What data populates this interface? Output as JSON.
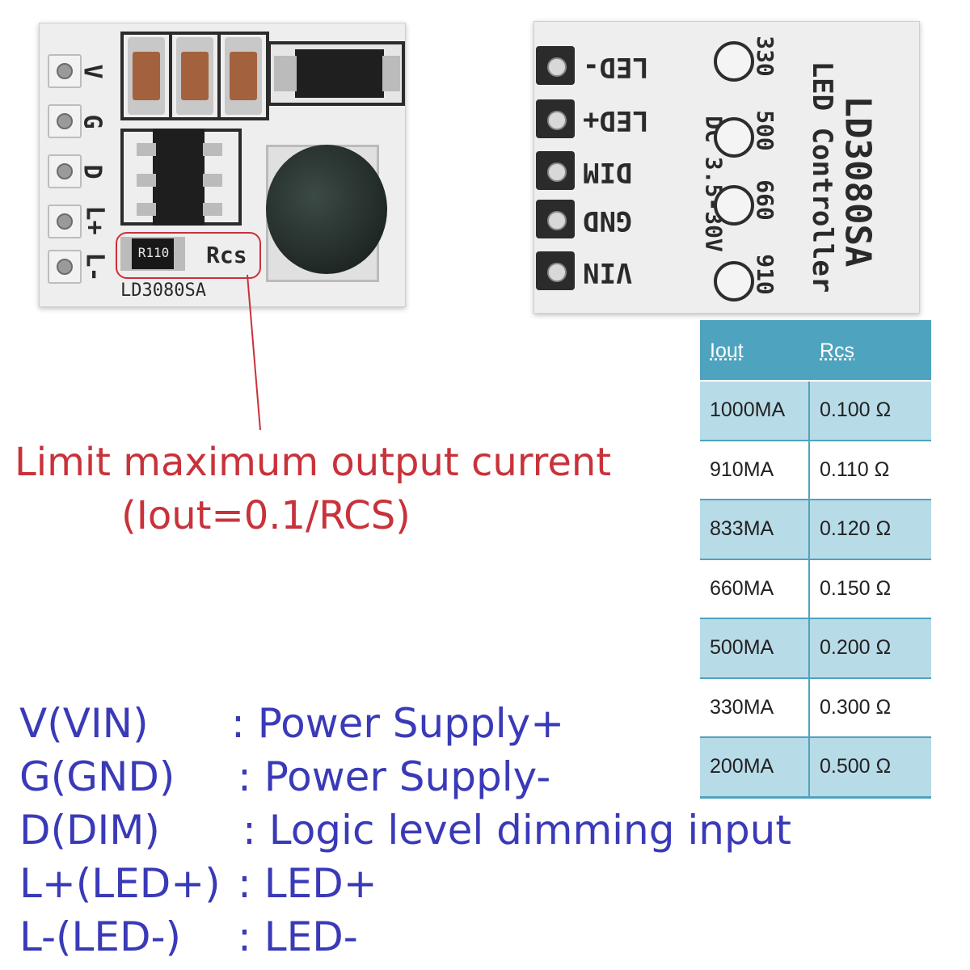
{
  "colors": {
    "accent_red": "#c8323a",
    "pin_text_blue": "#3a3ab8",
    "table_header": "#4ea3bf",
    "table_row_blue": "#b8dbe8",
    "table_row_white": "#ffffff"
  },
  "left_board": {
    "pins": [
      "V",
      "G",
      "D",
      "L+",
      "L-"
    ],
    "resistor_marking": "R110",
    "rcs_label": "Rcs",
    "model": "LD3080SA"
  },
  "right_board": {
    "pins": [
      "LED-",
      "LED+",
      "DIM",
      "GND",
      "VIN"
    ],
    "title": "LD3080SA",
    "subtitle": "LED Controller",
    "voltage": "DC 3.5-30V",
    "current_options": [
      "330",
      "500",
      "660",
      "910"
    ]
  },
  "annotation": {
    "line1": "Limit maximum output current",
    "line2": "(Iout=0.1/RCS)"
  },
  "table": {
    "headers": [
      "Iout",
      "Rcs"
    ],
    "rows": [
      [
        "1000MA",
        "0.100 Ω"
      ],
      [
        "910MA",
        "0.110 Ω"
      ],
      [
        "833MA",
        "0.120 Ω"
      ],
      [
        "660MA",
        "0.150 Ω"
      ],
      [
        "500MA",
        "0.200 Ω"
      ],
      [
        "330MA",
        "0.300 Ω"
      ],
      [
        "200MA",
        "0.500 Ω"
      ]
    ]
  },
  "pin_descriptions": [
    {
      "pin": "V(VIN)",
      "desc": ": Power Supply+"
    },
    {
      "pin": "G(GND)",
      "desc": ": Power Supply-"
    },
    {
      "pin": "D(DIM)",
      "desc": ": Logic level dimming input"
    },
    {
      "pin": "L+(LED+)",
      "desc": ": LED+"
    },
    {
      "pin": "L-(LED-)",
      "desc": ": LED-"
    }
  ]
}
